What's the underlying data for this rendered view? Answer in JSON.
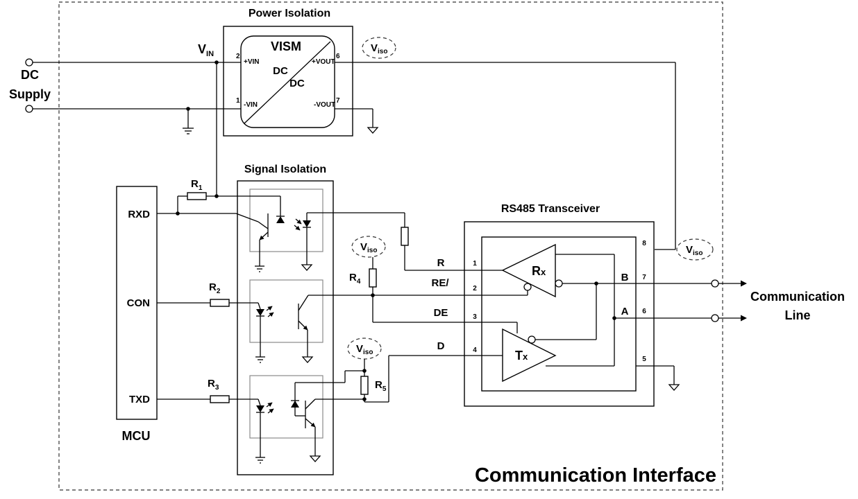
{
  "frame": {
    "label": "Communication Interface"
  },
  "power_isolation": {
    "title": "Power Isolation",
    "module": "VISM",
    "dc_in": "DC",
    "dc_out": "DC",
    "pins": [
      {
        "num": "2",
        "name": "+VIN"
      },
      {
        "num": "1",
        "name": "-VIN"
      },
      {
        "num": "6",
        "name": "+VOUT"
      },
      {
        "num": "7",
        "name": "-VOUT"
      }
    ]
  },
  "supply": {
    "line1": "DC",
    "line2": "Supply"
  },
  "vin": {
    "main": "V",
    "sub": "IN"
  },
  "viso": {
    "main": "V",
    "sub": "iso"
  },
  "signal_isolation": {
    "title": "Signal Isolation"
  },
  "mcu": {
    "label": "MCU",
    "pins": [
      "RXD",
      "CON",
      "TXD"
    ]
  },
  "resistors": [
    {
      "main": "R",
      "sub": "1"
    },
    {
      "main": "R",
      "sub": "2"
    },
    {
      "main": "R",
      "sub": "3"
    },
    {
      "main": "R",
      "sub": "4"
    },
    {
      "main": "R",
      "sub": "5"
    }
  ],
  "transceiver": {
    "title": "RS485 Transceiver",
    "rx": {
      "main": "R",
      "sub": "x"
    },
    "tx": {
      "main": "T",
      "sub": "x"
    },
    "inputs": [
      {
        "signal": "R",
        "pin": "1"
      },
      {
        "signal": "RE/",
        "pin": "2"
      },
      {
        "signal": "DE",
        "pin": "3"
      },
      {
        "signal": "D",
        "pin": "4"
      }
    ],
    "outputs": [
      {
        "signal": "B",
        "pin": "7"
      },
      {
        "signal": "A",
        "pin": "6"
      }
    ],
    "pin8": "8",
    "pin5": "5"
  },
  "communication_line": {
    "line1": "Communication",
    "line2": "Line"
  }
}
